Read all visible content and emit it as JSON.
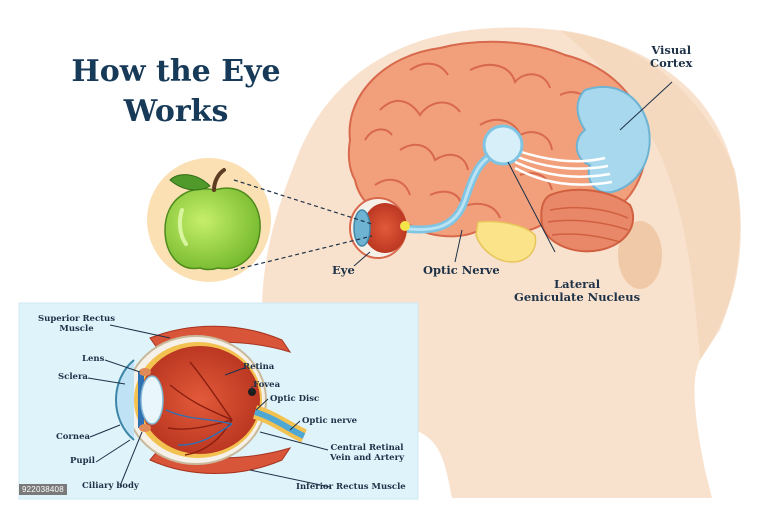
{
  "title": {
    "line1": "How the Eye",
    "line2": "Works"
  },
  "brain_labels": {
    "visual_cortex_1": "Visual",
    "visual_cortex_2": "Cortex",
    "eye": "Eye",
    "optic_nerve": "Optic Nerve",
    "lgn_1": "Lateral",
    "lgn_2": "Geniculate Nucleus"
  },
  "cross_section_labels": {
    "superior_rectus_1": "Superior Rectus",
    "superior_rectus_2": "Muscle",
    "lens": "Lens",
    "sclera": "Sclera",
    "cornea": "Cornea",
    "pupil": "Pupil",
    "ciliary_body": "Ciliary body",
    "retina": "Retina",
    "fovea": "Fovea",
    "optic_disc": "Optic Disc",
    "optic_nerve": "Optic nerve",
    "central_retinal_1": "Central Retinal",
    "central_retinal_2": "Vein and Artery",
    "inferior_rectus": "Inferior Rectus Muscle"
  },
  "stock_id": "922038408",
  "colors": {
    "title": "#163a58",
    "head_skin": "#f7dcc4",
    "brain": "#ef9c78",
    "brain_outline": "#d9684a",
    "visual_cortex": "#9fd3ea",
    "apple": "#8ccf3a",
    "panel_bg": "#dff3fb"
  }
}
